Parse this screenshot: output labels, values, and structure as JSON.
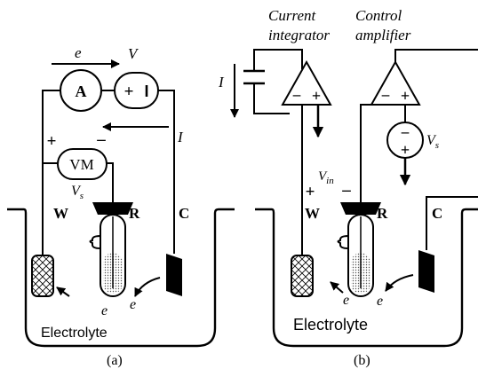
{
  "panel_a": {
    "caption": "(a)",
    "electron_top": "e",
    "voltage_top": "V",
    "ammeter": "A",
    "source_plus": "+",
    "source_minus": "I",
    "current": "I",
    "vm_plus": "+",
    "vm_minus": "–",
    "voltmeter": "VM",
    "vs": "V",
    "vs_sub": "s",
    "working": "W",
    "reference": "R",
    "counter": "C",
    "electron_1": "e",
    "electron_2": "e",
    "electrolyte": "Electrolyte"
  },
  "panel_b": {
    "caption": "(b)",
    "integrator_line1": "Current",
    "integrator_line2": "integrator",
    "amplifier_line1": "Control",
    "amplifier_line2": "amplifier",
    "current": "I",
    "op1_minus": "–",
    "op1_plus": "+",
    "op2_minus": "–",
    "op2_plus": "+",
    "src_minus": "–",
    "src_plus": "+",
    "vs": "V",
    "vs_sub": "s",
    "vin_plus": "+",
    "vin": "V",
    "vin_sub": "in",
    "vin_minus": "–",
    "working": "W",
    "reference": "R",
    "counter": "C",
    "electron_1": "e",
    "electron_2": "e",
    "electrolyte": "Electrolyte"
  }
}
